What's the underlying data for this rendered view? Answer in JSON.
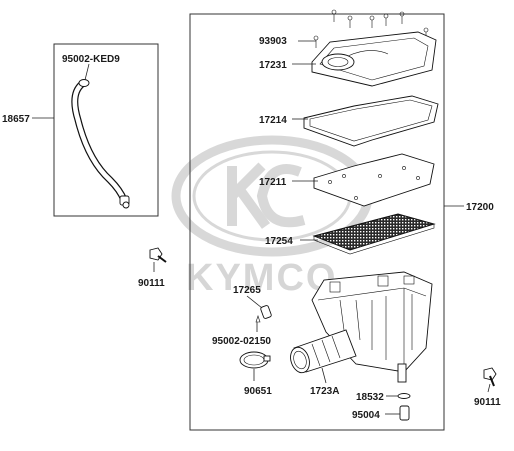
{
  "watermark": {
    "brand": "KYMCO"
  },
  "parts": {
    "p93903": "93903",
    "p17231": "17231",
    "p17214": "17214",
    "p17211": "17211",
    "p17254": "17254",
    "p17200": "17200",
    "p95002_ked9": "95002-KED9",
    "p18657": "18657",
    "p90111_left": "90111",
    "p90111_right": "90111",
    "p17265": "17265",
    "p95002_02150": "95002-02150",
    "p90651": "90651",
    "p1723a": "1723A",
    "p18532": "18532",
    "p95004": "95004"
  }
}
